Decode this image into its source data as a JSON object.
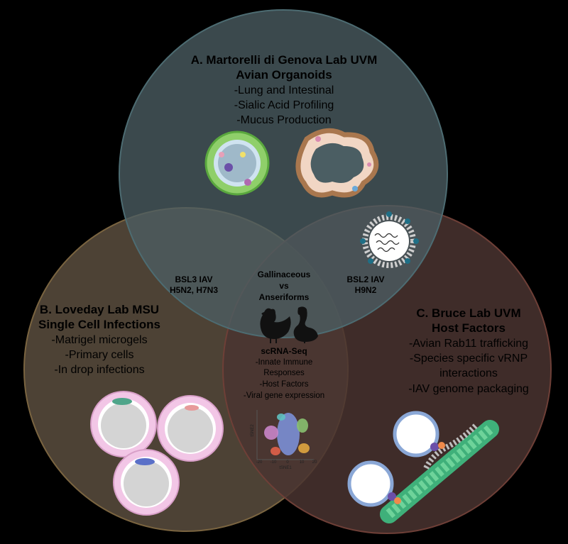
{
  "colors": {
    "background": "#000000",
    "circle_a_fill": "#4b5e63",
    "circle_a_stroke": "#4d6c72",
    "circle_b_fill": "#544839",
    "circle_b_stroke": "#7a6440",
    "circle_c_fill": "#4a3430",
    "circle_c_stroke": "#6e3f37"
  },
  "circle_a": {
    "title_line1": "A. Martorelli di Genova Lab UVM",
    "title_line2": "Avian Organoids",
    "items": [
      "-Lung and Intestinal",
      "-Sialic Acid Profiling",
      "-Mucus Production"
    ]
  },
  "circle_b": {
    "title_line1": "B. Loveday Lab MSU",
    "title_line2": "Single Cell Infections",
    "items": [
      "-Matrigel microgels",
      "-Primary cells",
      "-In drop infections"
    ]
  },
  "circle_c": {
    "title_line1": "C. Bruce Lab UVM",
    "title_line2": "Host Factors",
    "items": [
      "-Avian Rab11 trafficking",
      "-Species specific vRNP",
      "interactions",
      "-IAV genome packaging"
    ]
  },
  "overlap_ab": {
    "line1": "BSL3 IAV",
    "line2": "H5N2, H7N3"
  },
  "overlap_ac": {
    "line1": "BSL2 IAV",
    "line2": "H9N2"
  },
  "center": {
    "line1": "Gallinaceous",
    "line2": "vs",
    "line3": "Anseriforms"
  },
  "overlap_bc": {
    "title": "scRNA-Seq",
    "items": [
      "-Innate Immune",
      "Responses",
      "-Host Factors",
      "-Viral gene expression"
    ]
  },
  "tsne": {
    "ylabel": "tSNE2",
    "xlabel": "tSNE1",
    "xticks": [
      "-20",
      "-10",
      "0",
      "10",
      "20"
    ]
  }
}
